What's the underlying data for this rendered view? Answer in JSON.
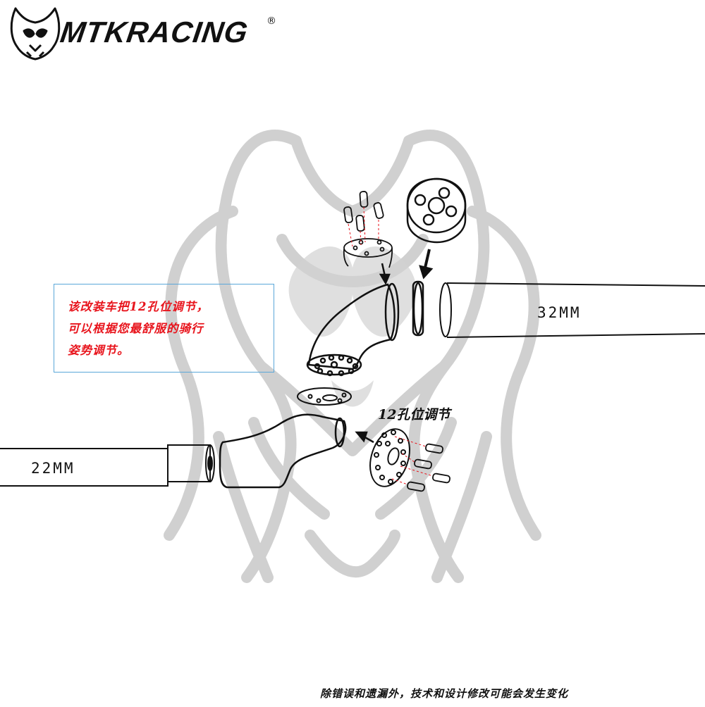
{
  "brand": {
    "name": "MTKRACING",
    "registered": "®"
  },
  "note": {
    "lines": [
      "该改装车把12孔位调节，",
      "可以根据您最舒服的骑行",
      "姿势调节。"
    ]
  },
  "labels": {
    "bar_large": "32MM",
    "bar_small": "22MM",
    "hole_adjust": "12孔位调节"
  },
  "footer": "除错误和遗漏外，技术和设计修改可能会发生变化",
  "colors": {
    "note_text": "#e8141c",
    "note_border": "#5aa7d9",
    "watermark": "#c8c8c8",
    "line": "#111111",
    "dashed": "#e8141c"
  }
}
